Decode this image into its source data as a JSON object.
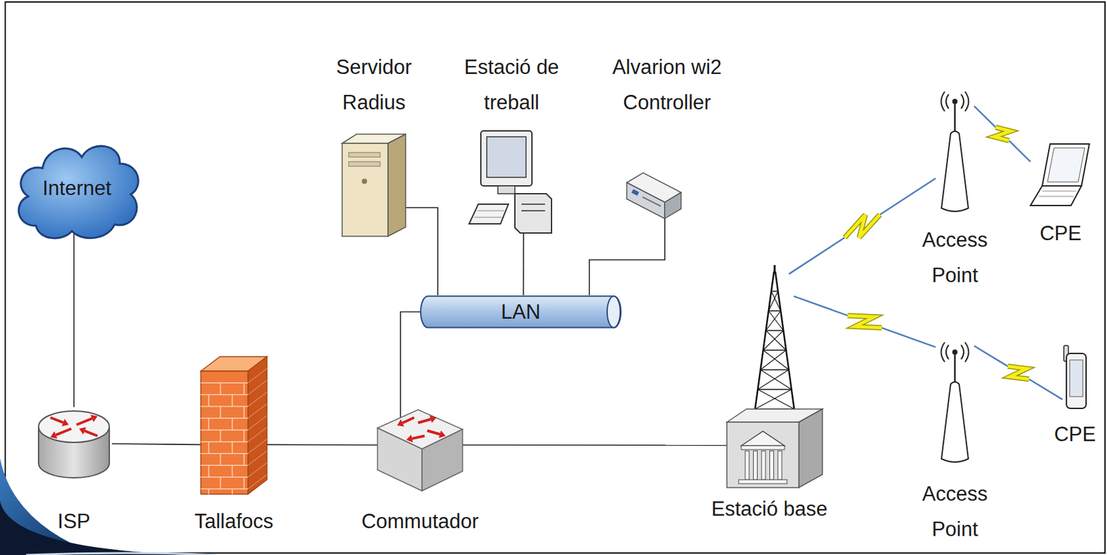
{
  "diagram": {
    "nodes": [
      {
        "text": [
          "Internet"
        ]
      },
      {
        "text": [
          "ISP"
        ]
      },
      {
        "text": [
          "Tallafocs"
        ]
      },
      {
        "text": [
          "Commutador"
        ]
      },
      {
        "text": [
          "LAN"
        ]
      },
      {
        "text": [
          "Servidor Radius"
        ]
      },
      {
        "text": [
          "Estació de treball"
        ]
      },
      {
        "text": [
          "Alvarion wi2 Controller"
        ]
      },
      {
        "text": [
          "Estació base"
        ]
      },
      {
        "text": [
          "Access Point"
        ]
      },
      {
        "text": [
          "CPE"
        ]
      },
      {
        "text": [
          "Access Point"
        ]
      },
      {
        "text": [
          "CPE"
        ]
      }
    ],
    "edges": [
      {
        "from": 0,
        "to": 1,
        "arrow": "none"
      },
      {
        "from": 1,
        "to": 2,
        "arrow": "none"
      },
      {
        "from": 2,
        "to": 3,
        "arrow": "none"
      },
      {
        "from": 3,
        "to": 4,
        "arrow": "none"
      },
      {
        "from": 4,
        "to": 5,
        "arrow": "none"
      },
      {
        "from": 4,
        "to": 6,
        "arrow": "none"
      },
      {
        "from": 4,
        "to": 7,
        "arrow": "none"
      },
      {
        "from": 3,
        "to": 8,
        "arrow": "none"
      },
      {
        "from": 8,
        "to": 9,
        "arrow": "none"
      },
      {
        "from": 8,
        "to": 11,
        "arrow": "none"
      },
      {
        "from": 9,
        "to": 10,
        "arrow": "none"
      },
      {
        "from": 11,
        "to": 12,
        "arrow": "none"
      }
    ]
  }
}
